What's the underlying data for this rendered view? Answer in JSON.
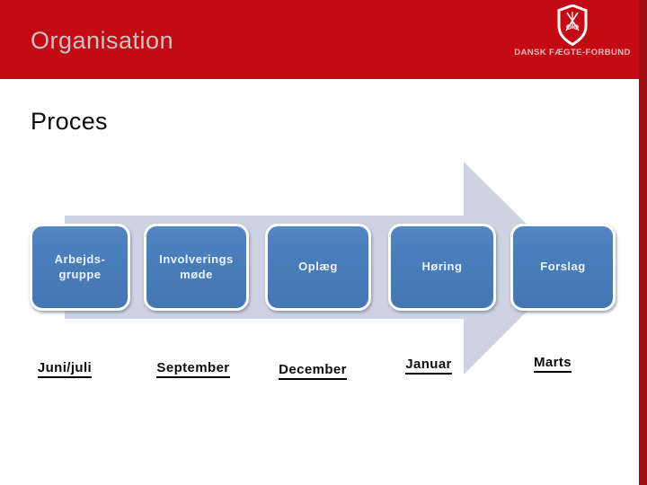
{
  "slide": {
    "header": {
      "title": "Organisation",
      "logo": {
        "org_name": "DANSK FÆGTE-FORBUND",
        "icon": "fencing-shield-icon"
      }
    },
    "section_title": "Proces",
    "process": {
      "type": "arrow-flow",
      "steps": [
        {
          "label": "Arbejds-\ngruppe",
          "date": "Juni/juli"
        },
        {
          "label": "Involverings\nmøde",
          "date": "September"
        },
        {
          "label": "Oplæg",
          "date": "December"
        },
        {
          "label": "Høring",
          "date": "Januar"
        },
        {
          "label": "Forslag",
          "date": "Marts"
        }
      ]
    },
    "colors": {
      "header_red": "#c20b13",
      "stripe_dark_red": "#a10d11",
      "arrow_fill": "#cdd3e2",
      "step_box_blue": "#4a7ebc",
      "step_text": "#edf2f8",
      "title_text": "#c9c3c5",
      "body_text": "#0b0b0b"
    }
  }
}
